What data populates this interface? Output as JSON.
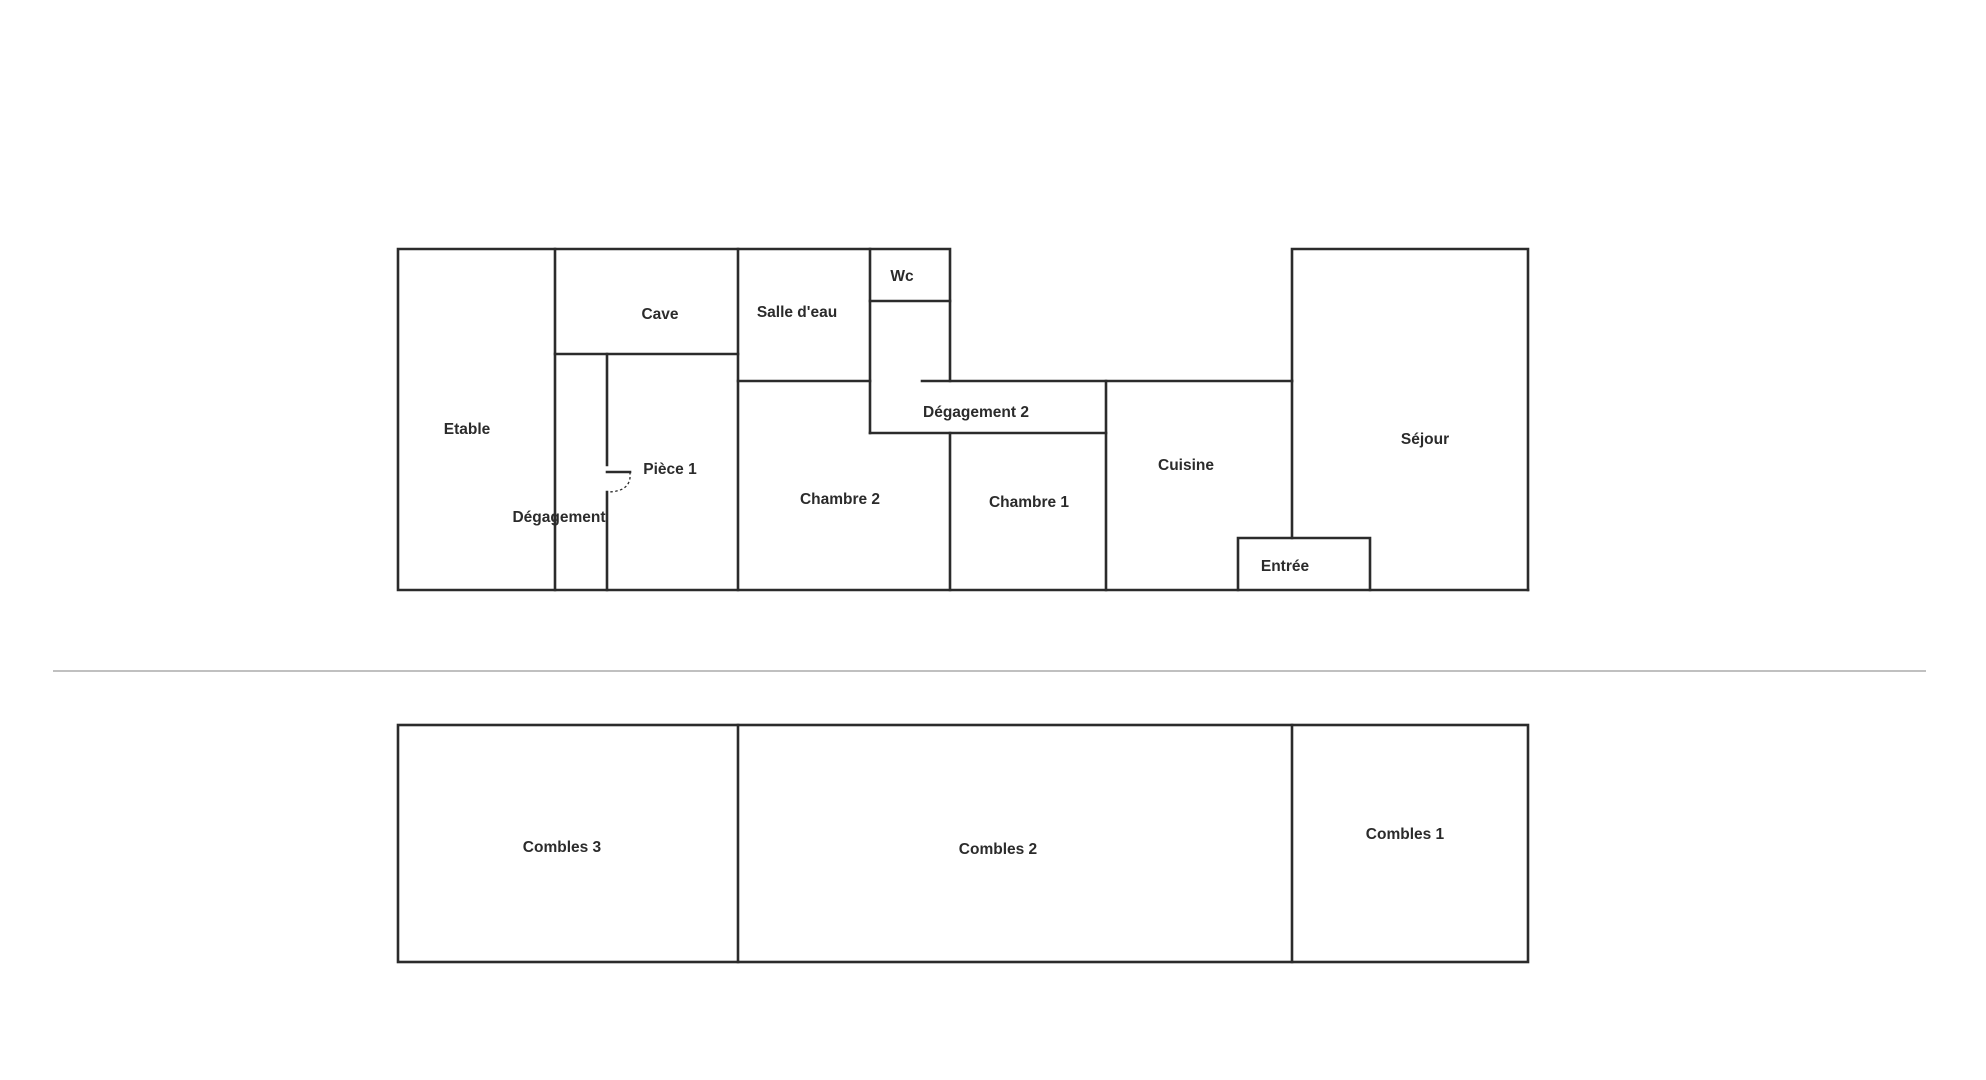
{
  "ground_floor": {
    "rooms": {
      "etable": "Etable",
      "cave": "Cave",
      "salle_eau": "Salle d'eau",
      "wc": "Wc",
      "degagement_2": "Dégagement 2",
      "piece_1": "Pièce 1",
      "degagement": "Dégagement",
      "chambre_2": "Chambre 2",
      "chambre_1": "Chambre 1",
      "cuisine": "Cuisine",
      "sejour": "Séjour",
      "entree": "Entrée"
    }
  },
  "attic_floor": {
    "rooms": {
      "combles_3": "Combles 3",
      "combles_2": "Combles 2",
      "combles_1": "Combles 1"
    }
  }
}
